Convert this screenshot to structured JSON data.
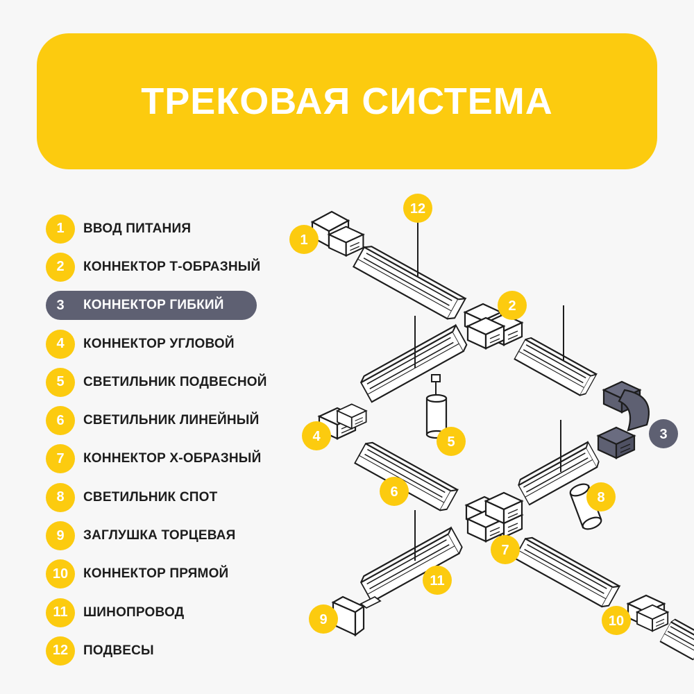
{
  "title": "ТРЕКОВАЯ СИСТЕМА",
  "legend": [
    {
      "num": "1",
      "label": "ВВОД ПИТАНИЯ"
    },
    {
      "num": "2",
      "label": "КОННЕКТОР Т-ОБРАЗНЫЙ"
    },
    {
      "num": "3",
      "label": "КОННЕКТОР ГИБКИЙ",
      "active": true
    },
    {
      "num": "4",
      "label": "КОННЕКТОР УГЛОВОЙ"
    },
    {
      "num": "5",
      "label": "СВЕТИЛЬНИК ПОДВЕСНОЙ"
    },
    {
      "num": "6",
      "label": "СВЕТИЛЬНИК ЛИНЕЙНЫЙ"
    },
    {
      "num": "7",
      "label": "КОННЕКТОР Х-ОБРАЗНЫЙ"
    },
    {
      "num": "8",
      "label": "СВЕТИЛЬНИК СПОТ"
    },
    {
      "num": "9",
      "label": "ЗАГЛУШКА ТОРЦЕВАЯ"
    },
    {
      "num": "10",
      "label": "КОННЕКТОР ПРЯМОЙ"
    },
    {
      "num": "11",
      "label": "ШИНОПРОВОД"
    },
    {
      "num": "12",
      "label": "ПОДВЕСЫ"
    }
  ],
  "diagram_badges": {
    "b1": "1",
    "b2": "2",
    "b3": "3",
    "b4": "4",
    "b5": "5",
    "b6": "6",
    "b7": "7",
    "b8": "8",
    "b9": "9",
    "b10": "10",
    "b11": "11",
    "b12": "12"
  },
  "colors": {
    "accent": "#fccb0f",
    "active": "#5e6072",
    "line": "#1d1d1d",
    "background": "#f7f7f7"
  }
}
